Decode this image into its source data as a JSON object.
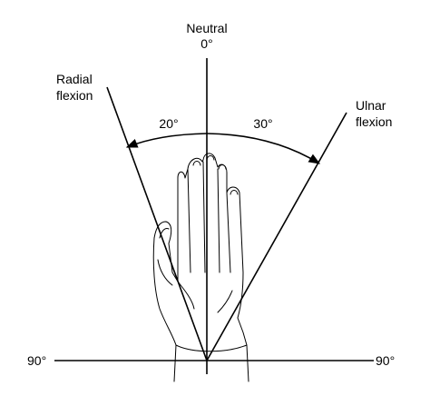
{
  "diagram": {
    "labels": {
      "neutral": "Neutral",
      "zero": "0°",
      "radial_line1": "Radial",
      "radial_line2": "flexion",
      "ulnar_line1": "Ulnar",
      "ulnar_line2": "flexion",
      "angle_radial": "20°",
      "angle_ulnar": "30°",
      "left_90": "90°",
      "right_90": "90°"
    },
    "angles_deg": {
      "radial": 20,
      "ulnar": 30
    },
    "colors": {
      "line": "#000000",
      "background": "#ffffff"
    }
  }
}
